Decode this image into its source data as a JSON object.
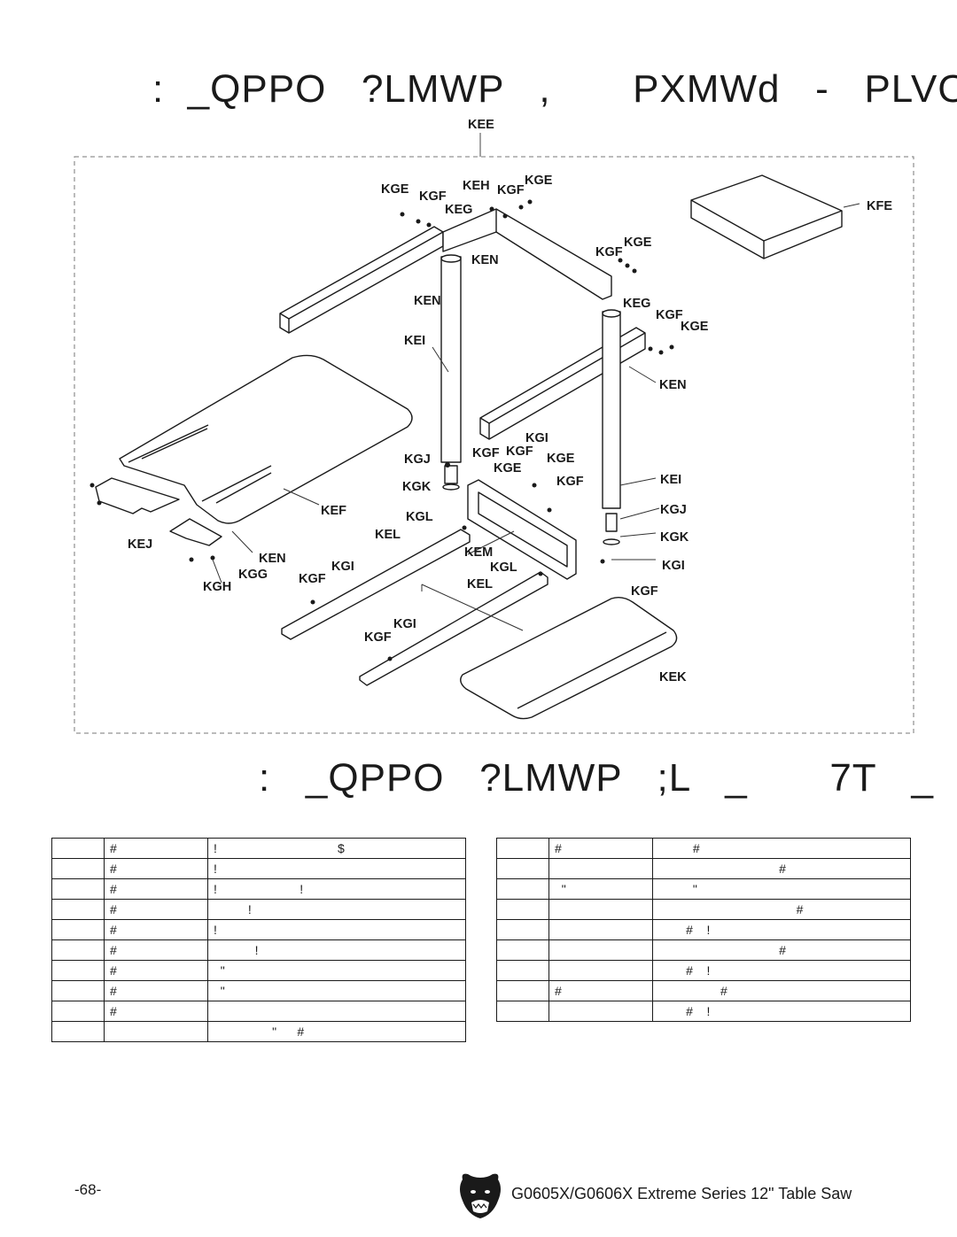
{
  "titles": {
    "top": ":  _QPPO   ?LMWP   ,       PXMWd   -   PLVOZ",
    "middle": ":   _QPPO   ?LMWP   ;L   _       7T   _"
  },
  "callouts": {
    "kee": "KEE",
    "kge_a": "KGE",
    "kgf_a": "KGF",
    "keh": "KEH",
    "kgf_b": "KGF",
    "kge_b": "KGE",
    "keg_a": "KEG",
    "kfe": "KFE",
    "kgf_c": "KGF",
    "kge_c": "KGE",
    "ken_a": "KEN",
    "ken_b": "KEN",
    "keg_b": "KEG",
    "kgf_d": "KGF",
    "kge_d": "KGE",
    "kei_a": "KEI",
    "ken_c": "KEN",
    "kgi_a": "KGI",
    "kgj_a": "KGJ",
    "kgf_e": "KGF",
    "kgf_f": "KGF",
    "kge_e": "KGE",
    "kge_f": "KGE",
    "kgk_a": "KGK",
    "kgf_g": "KGF",
    "kei_b": "KEI",
    "kef": "KEF",
    "kgl_a": "KGL",
    "kgj_b": "KGJ",
    "kel_a": "KEL",
    "kgk_b": "KGK",
    "kej": "KEJ",
    "kem": "KEM",
    "ken_d": "KEN",
    "kgi_b": "KGI",
    "kgl_b": "KGL",
    "kgi_c": "KGI",
    "kgg": "KGG",
    "kgf_h": "KGF",
    "kel_b": "KEL",
    "kgh": "KGH",
    "kgf_i": "KGF",
    "kgi_d": "KGI",
    "kgf_j": "KGF",
    "kek": "KEK"
  },
  "parts_left": [
    [
      "",
      "#",
      "!                                   $"
    ],
    [
      "",
      "#",
      "!"
    ],
    [
      "",
      "#",
      "!                        !"
    ],
    [
      "",
      "#",
      "          !"
    ],
    [
      "",
      "#",
      "!"
    ],
    [
      "",
      "#",
      "            !"
    ],
    [
      "",
      "#",
      "  \""
    ],
    [
      "",
      "#",
      "  \""
    ],
    [
      "",
      "#",
      ""
    ],
    [
      "",
      "",
      "                 \"      #"
    ]
  ],
  "parts_right": [
    [
      "",
      "#",
      "          #"
    ],
    [
      "",
      "",
      "                                   #"
    ],
    [
      "",
      "  \"",
      "          \""
    ],
    [
      "",
      "",
      "                                        #"
    ],
    [
      "",
      "",
      "        #    !"
    ],
    [
      "",
      "",
      "                                   #"
    ],
    [
      "",
      "",
      "        #    !"
    ],
    [
      "",
      "#",
      "                  #"
    ],
    [
      "",
      "",
      "        #    !"
    ]
  ],
  "footer": {
    "page": "-68-",
    "model": "G0605X/G0606X Extreme Series 12\" Table Saw",
    "logo_icon": "bear-head-logo"
  }
}
